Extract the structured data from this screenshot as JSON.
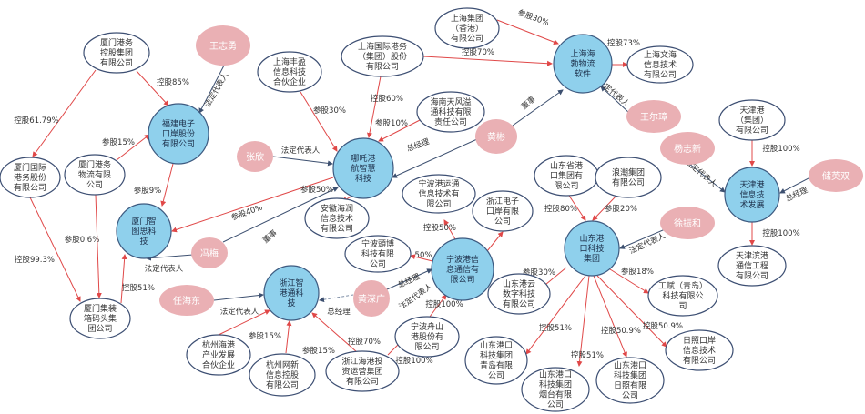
{
  "colors": {
    "hub": "#8fd0ec",
    "person": "#eab0b4",
    "equity": "#e04848",
    "role": "#3d5070"
  },
  "persons": {
    "wzy": "王志勇",
    "zx": "张欣",
    "hb": "黄彬",
    "wez": "王尔璋",
    "yzx": "杨志新",
    "cys": "储英双",
    "xzh": "徐振和",
    "fm": "冯梅",
    "rhd": "任海东",
    "hsg": "黄深广"
  },
  "hubs": {
    "fj": [
      "福建电子",
      "口岸股份",
      "有限公司"
    ],
    "zt": [
      "厦门智",
      "图思科",
      "技"
    ],
    "nz": [
      "哪吒港",
      "航智慧",
      "科技"
    ],
    "hb": [
      "上海海",
      "勃物流",
      "软件"
    ],
    "tj": [
      "天津港",
      "信息技",
      "术发展"
    ],
    "sd": [
      "山东港",
      "口科技",
      "集团"
    ],
    "nb": [
      "宁波港信",
      "息通信有",
      "限公司"
    ],
    "zj": [
      "浙江智",
      "港通科",
      "技"
    ]
  },
  "companies": {
    "xmgw": [
      "厦门港务",
      "控股集团",
      "有限公司"
    ],
    "xmgj": [
      "厦门国际",
      "港务股份",
      "有限公司"
    ],
    "xmwl": [
      "厦门港务",
      "物流有限",
      "公司"
    ],
    "xmjzx": [
      "厦门集装",
      "箱码头集",
      "团公司"
    ],
    "shfy": [
      "上海丰盈",
      "信息科技",
      "合伙企业"
    ],
    "sigg": [
      "上海国际港务",
      "（集团）股份",
      "有限公司"
    ],
    "shjt": [
      "上海集团",
      "（香港）",
      "有限公司"
    ],
    "hntf": [
      "海南天风溢",
      "通科技有限",
      "责任公司"
    ],
    "shwh": [
      "上海文海",
      "信息技术",
      "有限公司"
    ],
    "tjjt": [
      "天津港",
      "（集团）",
      "有限公司"
    ],
    "tjbg": [
      "天津滨港",
      "通信工程",
      "有限公司"
    ],
    "ahhr": [
      "安徽海润",
      "信息技术",
      "有限公司"
    ],
    "nbyt": [
      "宁波港运通",
      "信息技术有",
      "限公司"
    ],
    "zjdz": [
      "浙江电子",
      "口岸有限",
      "公司"
    ],
    "nbtb": [
      "宁波頭博",
      "科技有限",
      "公司"
    ],
    "nbzs": [
      "宁波舟山",
      "港股份有",
      "限公司"
    ],
    "zjhg": [
      "浙江海港投",
      "资运营集团",
      "有限公司"
    ],
    "hzhg": [
      "杭州海港",
      "产业发展",
      "合伙企业"
    ],
    "hzwx": [
      "杭州网新",
      "信息控股",
      "有限公司"
    ],
    "sdsg": [
      "山东省港",
      "口集团有",
      "限公司"
    ],
    "lc": [
      "浪潮集团",
      "有限公司"
    ],
    "sdgy": [
      "山东港云",
      "数字科技",
      "有限公司"
    ],
    "gf": [
      "工赋（青岛）",
      "科技有限公",
      "司"
    ],
    "sdqd": [
      "山东港口",
      "科技集团",
      "青岛有限",
      "公司"
    ],
    "sdyt": [
      "山东港口",
      "科技集团",
      "烟台有限",
      "公司"
    ],
    "sdrz": [
      "山东港口",
      "科技集团",
      "日照有限",
      "公司"
    ],
    "rzka": [
      "日照口岸",
      "信息技术",
      "有限公司"
    ]
  },
  "labels": [
    "控股85%",
    "控股61.79%",
    "参股15%",
    "参股9%",
    "参股0.6%",
    "控股99.3%",
    "控股51%",
    "法定代表人",
    "法定代表人",
    "参股30%",
    "控股60%",
    "参股10%",
    "总经理",
    "董事",
    "参股30%",
    "控股70%",
    "控股73%",
    "法定代表人",
    "控股100%",
    "法定代表人",
    "总经理",
    "控股100%",
    "控股80%",
    "参股20%",
    "法定代表人",
    "参股30%",
    "参股18%",
    "控股51%",
    "控股51%",
    "控股50.9%",
    "控股50.9%",
    "参股40%",
    "董事",
    "法定代表人",
    "法定代表人",
    "总经理",
    "总经理",
    "法定代表人",
    "参股50%",
    "控股50%",
    "50%",
    "控股100%",
    "控股70%",
    "控股100%",
    "参股15%",
    "参股15%"
  ]
}
